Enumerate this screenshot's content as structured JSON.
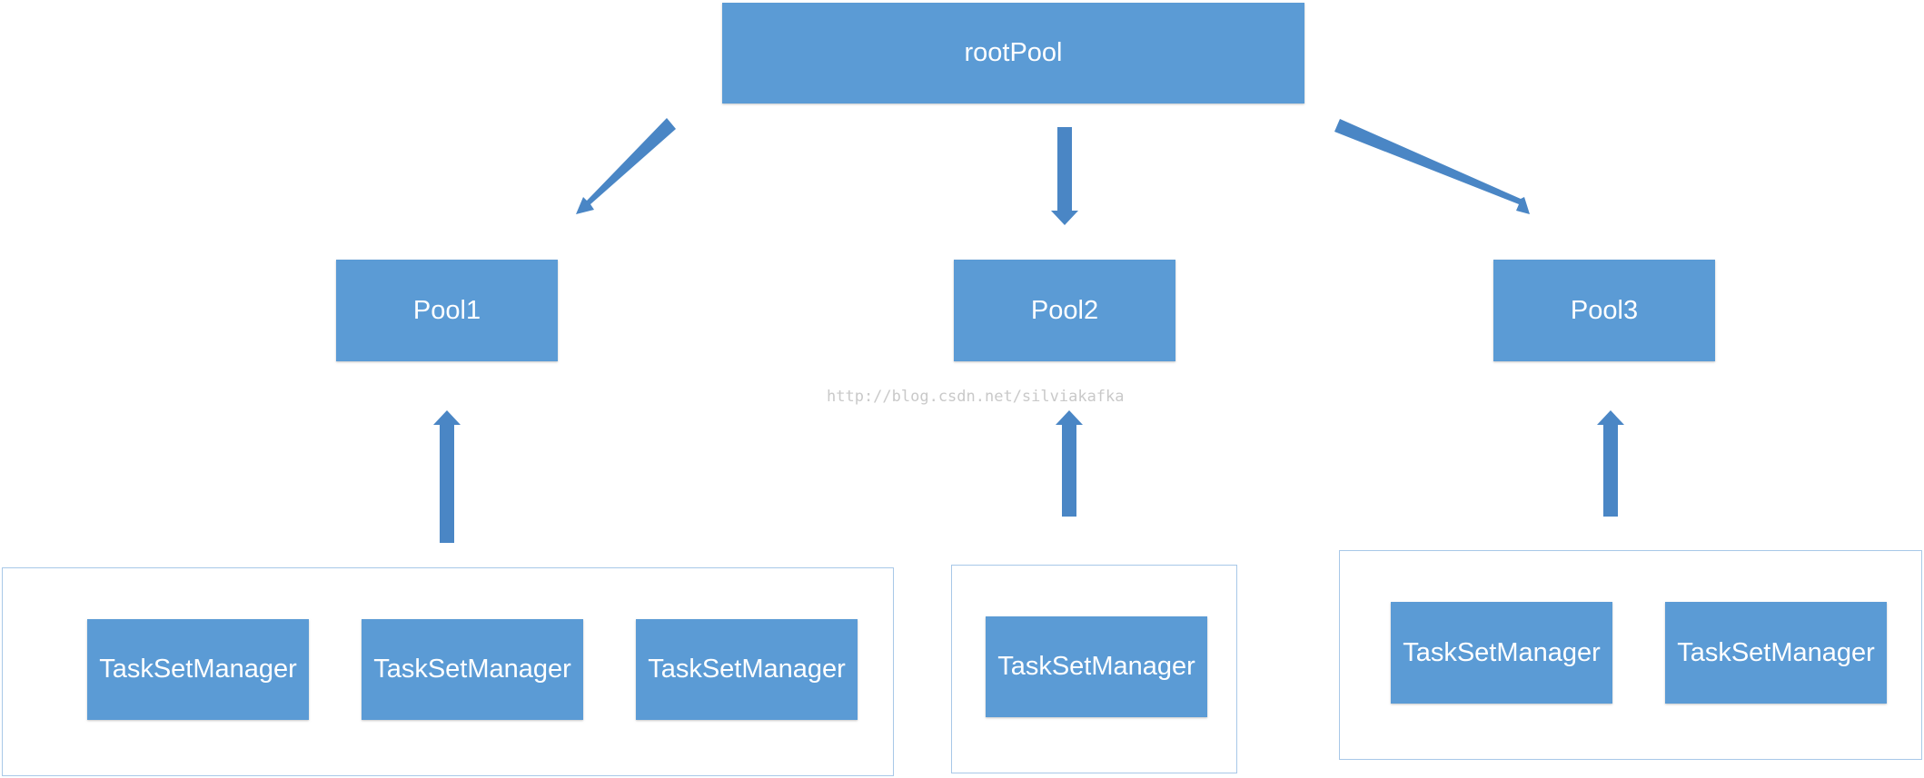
{
  "root": {
    "label": "rootPool"
  },
  "pools": [
    {
      "label": "Pool1"
    },
    {
      "label": "Pool2"
    },
    {
      "label": "Pool3"
    }
  ],
  "groups": [
    {
      "managers": [
        "TaskSetManager",
        "TaskSetManager",
        "TaskSetManager"
      ]
    },
    {
      "managers": [
        "TaskSetManager"
      ]
    },
    {
      "managers": [
        "TaskSetManager",
        "TaskSetManager"
      ]
    }
  ],
  "watermark": "http://blog.csdn.net/silviakafka",
  "colors": {
    "node_fill": "#5b9bd5",
    "arrow_fill": "#4a86c5",
    "group_border": "#a8c8e8",
    "text": "#ffffff"
  }
}
